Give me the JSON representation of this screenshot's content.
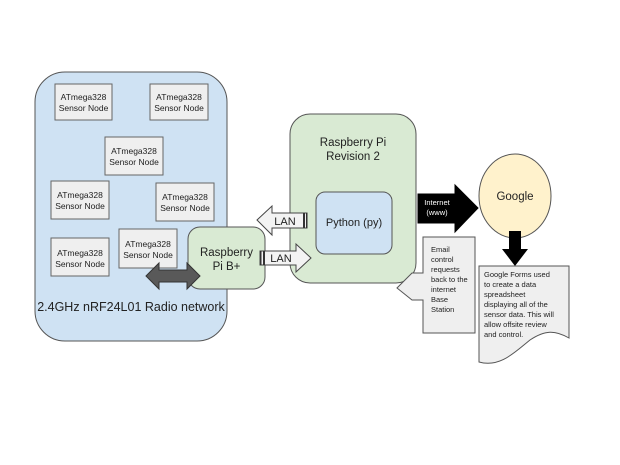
{
  "radio_network": {
    "label": "2.4GHz nRF24L01 Radio network",
    "fill": "#cfe2f3",
    "nodes": [
      {
        "line1": "ATmega328",
        "line2": "Sensor Node"
      },
      {
        "line1": "ATmega328",
        "line2": "Sensor Node"
      },
      {
        "line1": "ATmega328",
        "line2": "Sensor Node"
      },
      {
        "line1": "ATmega328",
        "line2": "Sensor Node"
      },
      {
        "line1": "ATmega328",
        "line2": "Sensor Node"
      },
      {
        "line1": "ATmega328",
        "line2": "Sensor Node"
      },
      {
        "line1": "ATmega328",
        "line2": "Sensor Node"
      }
    ]
  },
  "pi_b_plus": {
    "line1": "Raspberry",
    "line2": "Pi B+",
    "fill": "#d9ead3"
  },
  "pi_rev2": {
    "line1": "Raspberry Pi",
    "line2": "Revision 2",
    "fill": "#d9ead3"
  },
  "python": {
    "label": "Python (py)",
    "fill": "#cfe2f3"
  },
  "lan_arrows": [
    {
      "label": "LAN",
      "direction": "left"
    },
    {
      "label": "LAN",
      "direction": "right"
    }
  ],
  "internet_arrow": {
    "line1": "Internet",
    "line2": "(www)"
  },
  "google": {
    "label": "Google",
    "fill": "#fff2cc"
  },
  "email_callout": {
    "lines": [
      "Email",
      "control",
      "requests",
      "back to the",
      "internet",
      "Base",
      "Station"
    ]
  },
  "forms_doc": {
    "lines": [
      "Google Forms used",
      "to create a data",
      "spreadsheet",
      "displaying all of the",
      "sensor data. This will",
      "allow offsite review",
      "and control."
    ]
  }
}
